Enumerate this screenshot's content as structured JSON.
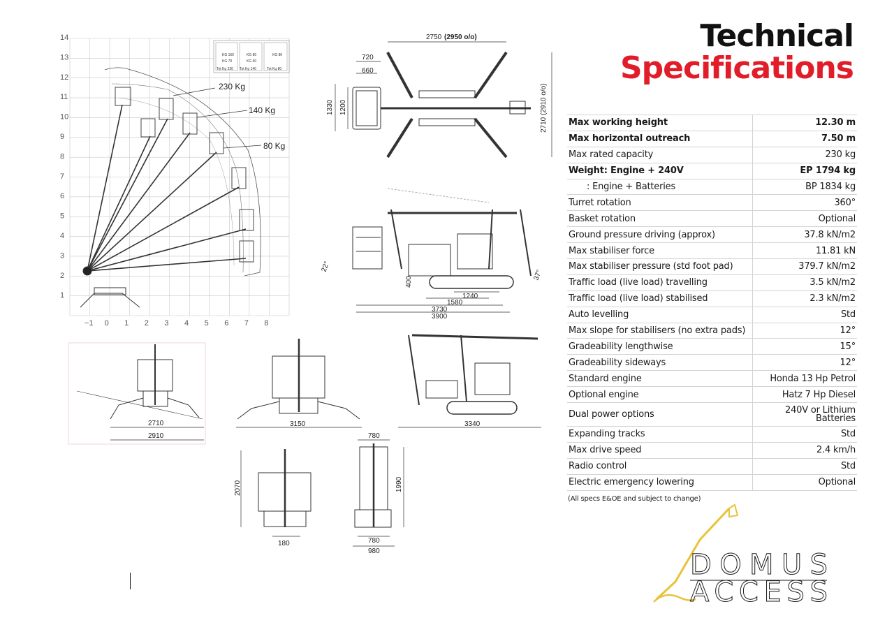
{
  "title": {
    "line1": "Technical",
    "line2": "Specifications",
    "accent_color": "#e11d2a"
  },
  "specs": [
    {
      "label": "Max working height",
      "value": "12.30 m",
      "bold": true
    },
    {
      "label": "Max horizontal outreach",
      "value": "7.50 m",
      "bold": true
    },
    {
      "label": "Max rated capacity",
      "value": "230 kg"
    },
    {
      "label": "Weight: Engine + 240V",
      "value": "EP 1794 kg",
      "bold": true
    },
    {
      "label": ": Engine + Batteries",
      "value": "BP 1834 kg",
      "sub": true
    },
    {
      "label": "Turret rotation",
      "value": "360°"
    },
    {
      "label": "Basket rotation",
      "value": "Optional"
    },
    {
      "label": "Ground pressure driving (approx)",
      "value": "37.8 kN/m2"
    },
    {
      "label": "Max stabiliser force",
      "value": "11.81 kN"
    },
    {
      "label": "Max stabiliser pressure (std foot pad)",
      "value": "379.7 kN/m2"
    },
    {
      "label": "Traffic load (live load) travelling",
      "value": "3.5 kN/m2"
    },
    {
      "label": "Traffic load (live load) stabilised",
      "value": "2.3 kN/m2"
    },
    {
      "label": "Auto levelling",
      "value": "Std"
    },
    {
      "label": "Max slope for stabilisers (no extra pads)",
      "value": "12°"
    },
    {
      "label": "Gradeability lengthwise",
      "value": "15°"
    },
    {
      "label": "Gradeability sideways",
      "value": "12°"
    },
    {
      "label": "Standard engine",
      "value": "Honda 13 Hp Petrol"
    },
    {
      "label": "Optional engine",
      "value": "Hatz 7 Hp Diesel"
    },
    {
      "label": "Dual power options",
      "value": "240V or Lithium Batteries",
      "tall": true
    },
    {
      "label": "Expanding tracks",
      "value": "Std"
    },
    {
      "label": "Max drive speed",
      "value": "2.4 km/h"
    },
    {
      "label": "Radio control",
      "value": "Std"
    },
    {
      "label": "Electric emergency lowering",
      "value": "Optional"
    }
  ],
  "disclaimer": "(All specs E&OE and subject to change)",
  "chart": {
    "y_ticks": [
      "14",
      "13",
      "12",
      "11",
      "10",
      "9",
      "8",
      "7",
      "6",
      "5",
      "4",
      "3",
      "2",
      "1"
    ],
    "x_ticks": [
      "−1",
      "0",
      "1",
      "2",
      "3",
      "4",
      "5",
      "6",
      "7",
      "8"
    ],
    "loads": [
      "230 Kg",
      "140 Kg",
      "80 Kg"
    ],
    "badges": [
      {
        "top": "KG 160",
        "mid": "KG 70",
        "bottom": "Tot Kg 230"
      },
      {
        "top": "KG 80",
        "mid": "KG 60",
        "bottom": "Tot Kg 140"
      },
      {
        "top": "KG 80",
        "mid": "",
        "bottom": "Tot Kg 80"
      }
    ]
  },
  "dims": {
    "top_width": "2750",
    "top_width_oo": "(2950 o/o)",
    "top_height_oo": "2710 (2910 o/o)",
    "d720": "720",
    "d660": "660",
    "d1330": "1330",
    "d1200": "1200",
    "side_22": "22°",
    "side_37": "37°",
    "side_400": "400",
    "side_1240": "1240",
    "side_1580": "1580",
    "side_3730": "3730",
    "side_3900": "3900",
    "front_2710": "2710",
    "front_2910": "2910",
    "front_3150": "3150",
    "side2_3340": "3340",
    "rear_2070": "2070",
    "rear_180": "180",
    "end_780_top": "780",
    "end_1990": "1990",
    "end_780": "780",
    "end_980": "980"
  },
  "logo": {
    "line1": "DOMUS",
    "line2": "ACCESS",
    "arm_color": "#e8c33a"
  },
  "colors": {
    "line": "#333333",
    "grid": "#c8c8c8",
    "text": "#1a1a1a"
  }
}
